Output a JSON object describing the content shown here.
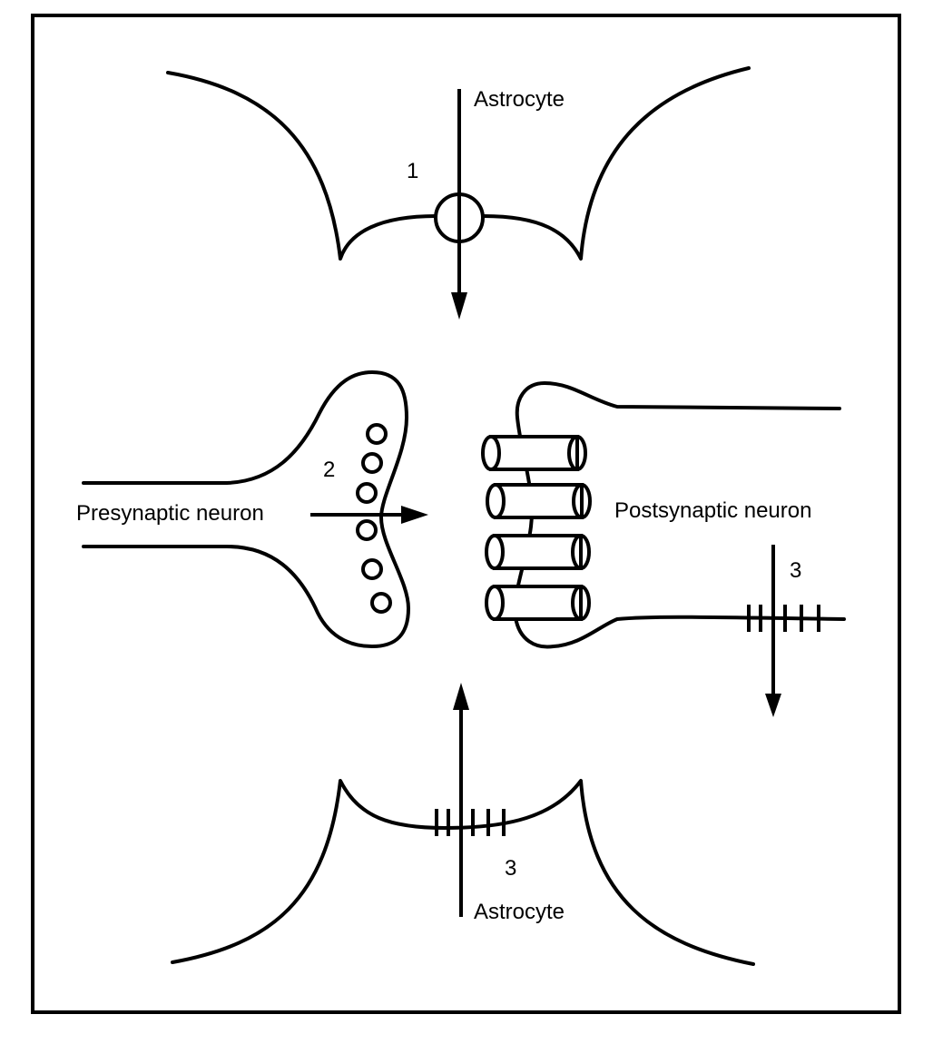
{
  "labels": {
    "astrocyte_top": "Astrocyte",
    "astrocyte_bottom": "Astrocyte",
    "presynaptic": "Presynaptic neuron",
    "postsynaptic": "Postsynaptic neuron"
  },
  "markers": {
    "step1": "1",
    "step2": "2",
    "step3_postsynaptic": "3",
    "step3_astrocyte": "3"
  },
  "colors": {
    "stroke": "#000000",
    "background": "#ffffff"
  }
}
